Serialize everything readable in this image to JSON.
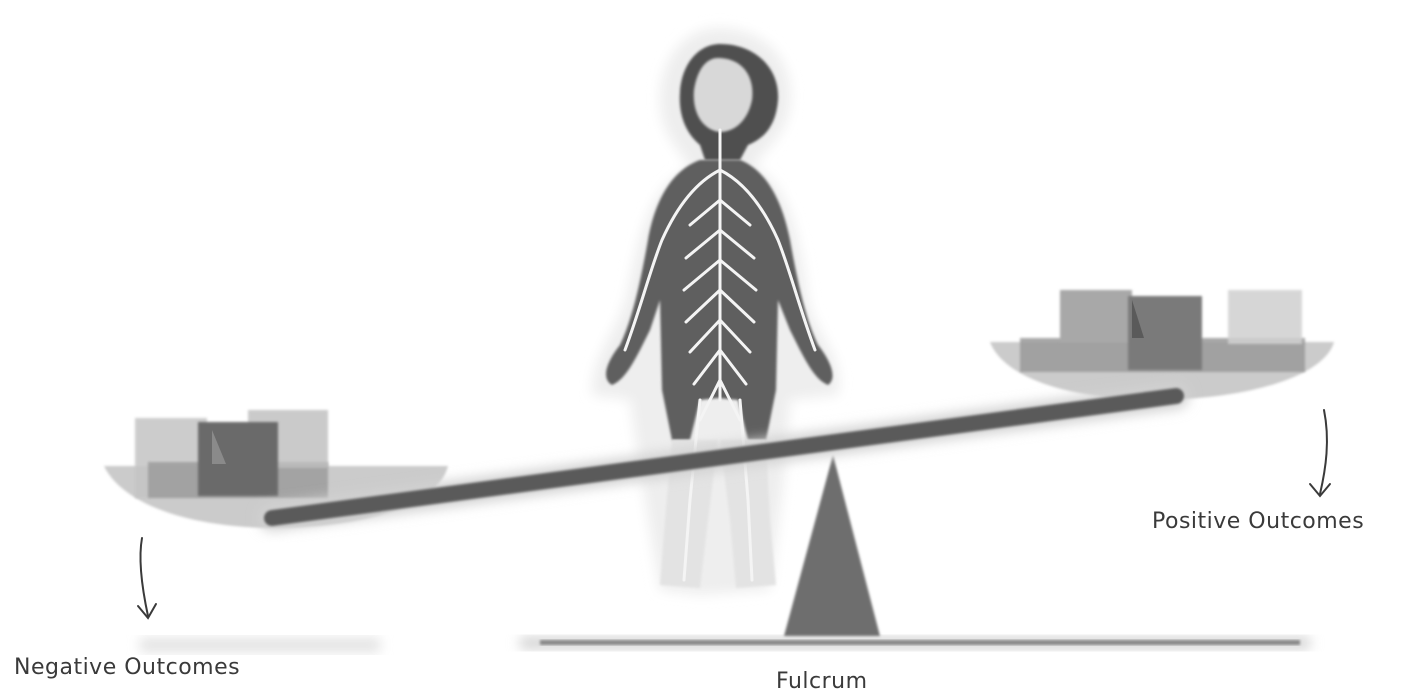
{
  "labels": {
    "negative": "Negative Outcomes",
    "positive": "Positive Outcomes",
    "fulcrum": "Fulcrum"
  },
  "icons": [
    "child-nervous-system-icon",
    "seesaw-icon",
    "fulcrum-icon",
    "arrow-down-icon"
  ],
  "colors": {
    "child_outline": "#444444",
    "nerves": "#f4f4f4",
    "beam": "#555555",
    "fulcrum": "#6e6e6e",
    "pan": "#c8c8c8",
    "block_dark": "#6a6a6a",
    "block_mid": "#9a9a9a",
    "block_light": "#c4c4c4"
  }
}
